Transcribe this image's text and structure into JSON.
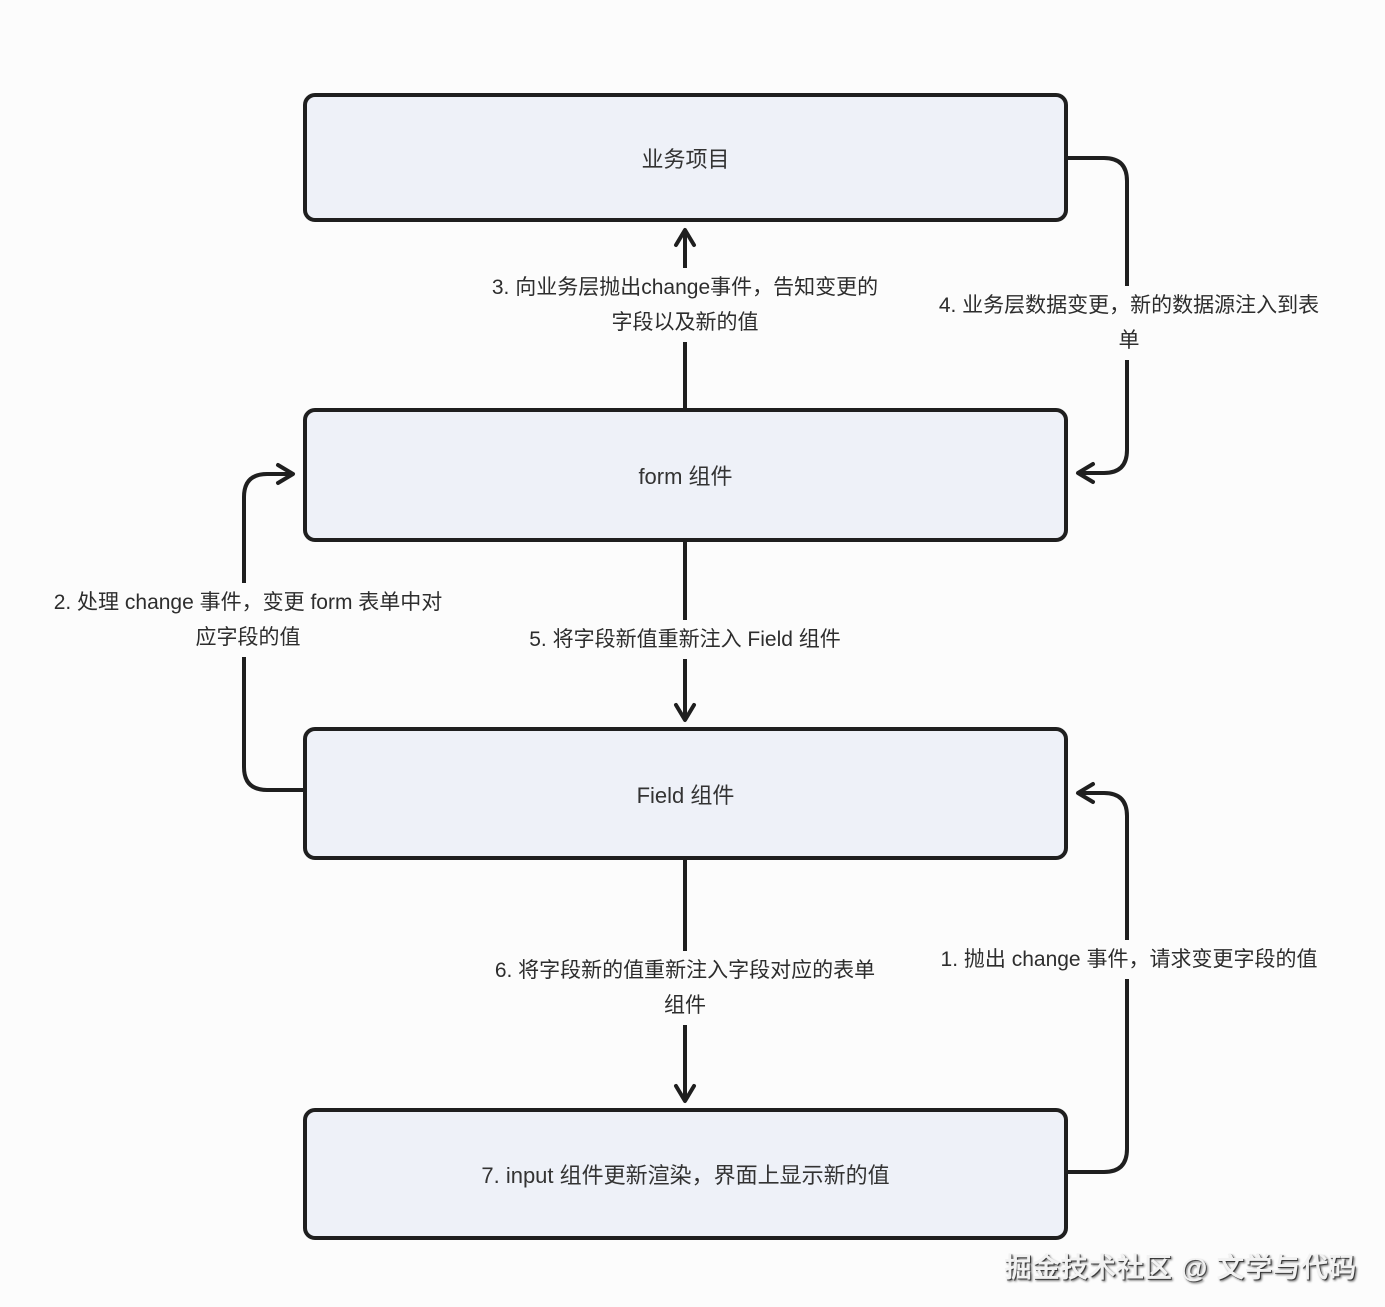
{
  "diagram": {
    "nodes": [
      {
        "id": "business",
        "label": "业务项目"
      },
      {
        "id": "form",
        "label": "form 组件"
      },
      {
        "id": "field",
        "label": "Field 组件"
      },
      {
        "id": "input",
        "label": "7. input 组件更新渲染，界面上显示新的值"
      }
    ],
    "edge_labels": [
      {
        "id": "step1",
        "text": "1. 抛出 change 事件，请求变更字段的值"
      },
      {
        "id": "step2",
        "text": "2. 处理 change 事件，变更 form 表单中对\n应字段的值"
      },
      {
        "id": "step3",
        "text": "3. 向业务层抛出change事件，告知变更的\n字段以及新的值"
      },
      {
        "id": "step4",
        "text": "4. 业务层数据变更，新的数据源注入到表\n单"
      },
      {
        "id": "step5",
        "text": "5. 将字段新值重新注入 Field 组件"
      },
      {
        "id": "step6",
        "text": "6. 将字段新的值重新注入字段对应的表单\n组件"
      }
    ],
    "watermark": "掘金技术社区 @ 文学与代码",
    "colors": {
      "node_fill": "#eef1f8",
      "stroke": "#1f1f1f",
      "label_text": "#2d2d2d",
      "background": "#fcfcfc"
    }
  }
}
